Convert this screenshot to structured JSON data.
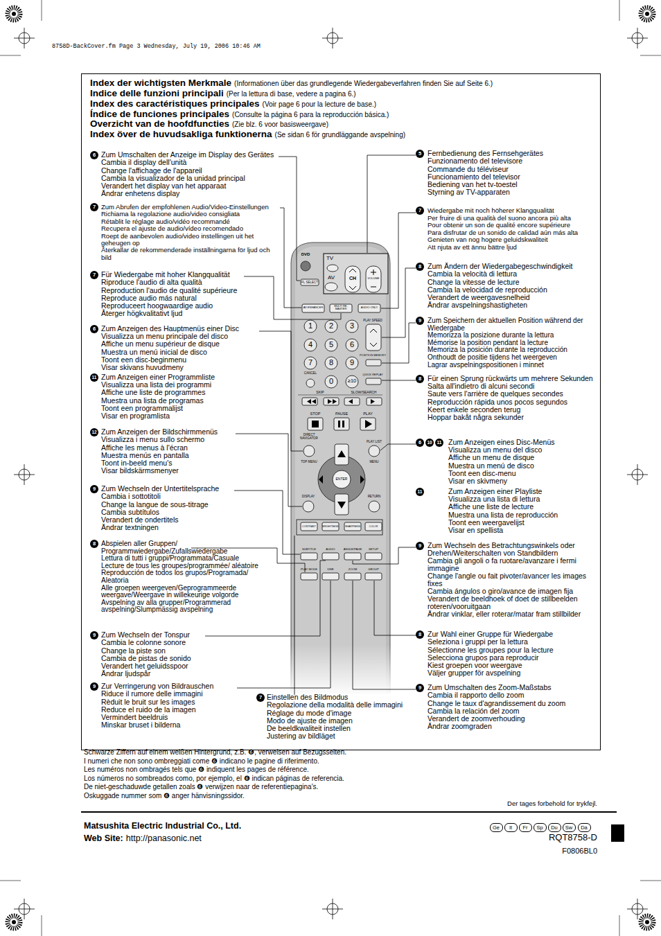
{
  "diagram": {
    "title": "Index der wichtigsten Merkmale",
    "labels": [
      "8758D-BackCover.fm Page 3 Wednesday, July 19, 2006 10:46 AM",
      "(Informationen über das grundlegende Wiedergabeverfahren finden Sie auf Seite 6.)",
      "Indice delle funzioni principali",
      "(Per la lettura di base, vedere a pagina 6.)",
      "Index des caractéristiques principales",
      "(Voir page 6 pour la lecture de base.)",
      "Índice de funciones principales",
      "(Consulte la página 6 para la reproducción básica.)",
      "Overzicht van de hoofdfuncties",
      "(Zie blz. 6 voor basisweergave)",
      "Index över de huvudsakliga funktionerna",
      "(Se sidan 6 för grundläggande avspelning)",
      "6",
      "Zum Umschalten der Anzeige im Display des Gerätes",
      "Cambia il display dell'unità",
      "Change l'affichage de l'appareil",
      "Cambia la visualizador de la unidad principal",
      "Verandert het display van het apparaat",
      "Ändrar enhetens display",
      "7",
      "Zum Abrufen der empfohlenen Audio/Video-Einstellungen",
      "Richiama la regolazione audio/video consigliata",
      "Rétablit le réglage audio/vidéo recommandé",
      "Recupera el ajuste de audio/vídeo recomendado",
      "Roept de aanbevolen audio/video instellingen uit het geheugen op",
      "Återkallar de rekommenderade inställningarna för ljud och bild",
      "7",
      "Für Wiedergabe mit hoher Klangqualität",
      "Riproduce l'audio di alta qualità",
      "Reproduction l'audio de qualité supérieure",
      "Reproduce audio más natural",
      "Reproduceert hoogwaardige audio",
      "Återger högkvalitativt ljud",
      "6",
      "Zum Anzeigen des Hauptmenüs einer Disc",
      "Visualizza un menu principale del disco",
      "Affiche un menu supérieur de disque",
      "Muestra un menú inicial de disco",
      "Toont een disc-beginmenu",
      "Visar skivans huvudmeny",
      "11",
      "Zum Anzeigen einer Programmliste",
      "Visualizza una lista dei programmi",
      "Affiche une liste de programmes",
      "Muestra una lista de programas",
      "Toont een programmalijst",
      "Visar en programlista",
      "12",
      "Zum Anzeigen der Bildschirmmenüs",
      "Visualizza i menu sullo schermo",
      "Affiche les menus à l'écran",
      "Muestra menús en pantalla",
      "Toont in-beeld menu's",
      "Visar bildskärmsmenyer",
      "9",
      "Zum Wechseln der Untertitelsprache",
      "Cambia i sottotitoli",
      "Change la langue de sous-titrage",
      "Cambia subtítulos",
      "Verandert de ondertitels",
      "Ändrar textningen",
      "8",
      "Abspielen aller Gruppen/ Programmwiedergabe/Zufallswiedergabe",
      "Lettura di tutti i gruppi/Programmata/Casuale",
      "Lecture de tous les groupes/programmée/ aléatoire",
      "Reproducción de todos los grupos/Programada/ Aleatoria",
      "Alle groepen weergeven/Geprogrammeerde weergave/Weergave in willekeurige volgorde",
      "Avspelning av alla grupper/Programmerad avspelning/Slumpmässig avspelning",
      "9",
      "Zum Wechseln der Tonspur",
      "Cambia le colonne sonore",
      "Change la piste son",
      "Cambia de pistas de sonido",
      "Verandert het geluidsspoor",
      "Ändrar ljudspår",
      "9",
      "Zur Verringerung von Bildrauschen",
      "Riduce il rumore delle immagini",
      "Rèduit le bruit sur les images",
      "Reduce el ruido de la imagen",
      "Vermindert beeldruis",
      "Minskar bruset i bilderna",
      "5",
      "Fernbedienung des Fernsehgerätes",
      "Funzionamento del televisore",
      "Commande du téléviseur",
      "Funcionamiento del televisor",
      "Bediening van het tv-toestel",
      "Styrning av TV-apparaten",
      "7",
      "Wiedergabe mit noch höherer Klangqualität",
      "Per fruire di una qualità del suono ancora più alta",
      "Pour obtenir un son de qualité encore supérieure",
      "Para disfrutar de un sonido de calidad aún más alta",
      "Genieten van nog hogere geluidskwaliteit",
      "Att njuta av ett ännu bättre ljud",
      "8",
      "Zum Ändern der Wiedergabegeschwindigkeit",
      "Cambia la velocità di lettura",
      "Change la vitesse de lecture",
      "Cambia la velocidad de reproducción",
      "Verandert de weergavesnelheid",
      "Ändrar avspelningshastigheten",
      "9",
      "Zum Speichern der aktuellen Position während der Wiedergabe",
      "Memorizza la posizione durante la lettura",
      "Mémorise la position pendant la lecture",
      "Memoriza la posición durante la reproducción",
      "Onthoudt de positie tijdens het weergeven",
      "Lagrar avspelningspositionen i minnet",
      "8",
      "Für einen Sprung rückwärts um mehrere Sekunden",
      "Salta all'indietro di alcuni secondi",
      "Saute vers l'arrière de quelques secondes",
      "Reproducción rápida unos pocos segundos",
      "Keert enkele seconden terug",
      "Hoppar bakåt några sekunder",
      "6",
      "10",
      "11",
      "Zum Anzeigen eines Disc-Menüs",
      "Visualizza un menu del disco",
      "Affiche un menu de disque",
      "Muestra un menú de disco",
      "Toont een disc-menu",
      "Visar en skivmeny",
      "11",
      "Zum Anzeigen einer Playliste",
      "Visualizza una lista di lettura",
      "Affiche une liste de lecture",
      "Muestra una lista de reproducción",
      "Toont een weergavelijst",
      "Visar en spellista",
      "9",
      "Zum Wechseln des Betrachtungswinkels oder Drehen/Weiterschalten von Standbildern",
      "Cambia gli angoli o fa ruotare/avanzare i fermi immagine",
      "Change l'angle ou fait pivoter/avancer les images fixes",
      "Cambia ángulos o giro/avance de imagen fija",
      "Verandert de beeldhoek of doet de stillbeelden roteren/vooruitgaan",
      "Ändrar vinklar, eller roterar/matar fram stillbilder",
      "8",
      "Zur Wahl einer Gruppe für Wiedergabe",
      "Seleziona i gruppi per la lettura",
      "Sélectionne les groupes pour la lecture",
      "Selecciona grupos para reproducir",
      "Kiest groepen voor weergave",
      "Väljer grupper för avspelning",
      "9",
      "Zum Umschalten des Zoom-Maßstabs",
      "Cambia il rapporto dello zoom",
      "Change le taux d'agrandissement du zoom",
      "Cambia la relación del zoom",
      "Verandert de zoomverhouding",
      "Ändrar zoomgraden",
      "7",
      "Einstellen des Bildmodus",
      "Regolazione della modalità delle immagini",
      "Réglage du mode d'image",
      "Modo de ajuste de imagen",
      "De beeldkwaliteit instellen",
      "Justering av bildläget",
      "Schwarze Ziffern auf einem weißen Hintergrund, z.B. ❻, verweisen auf Bezugsseiten.",
      "I numeri che non sono ombreggiati come ❻ indicano le pagine di riferimento.",
      "Les numéros non ombragés tels que ❻ indiquent les pages de référence.",
      "Los números no sombreados como, por ejemplo, el ❻ indican páginas de referencia.",
      "De niet-geschaduwde getallen zoals ❻ verwijzen naar de referentiepagina's.",
      "Oskuggade nummer som ❻ anger hänvisningssidor.",
      "Der tages forbehold for trykfejl.",
      "Matsushita Electric Industrial Co., Ltd.",
      "Web Site:",
      "http://panasonic.net",
      "Ge",
      "It",
      "Fr",
      "Sp",
      "Du",
      "Sw",
      "Da",
      "RQT8758-D",
      "F0806BL0",
      "DVD",
      "TV",
      "AV",
      "CH",
      "VOLUME",
      "FL SELECT",
      "AV ENHANCER",
      "MULTI RE-MASTER",
      "AUDIO ONLY",
      "PLAY SPEED",
      "1",
      "2",
      "3",
      "4",
      "5",
      "6",
      "7",
      "8",
      "9",
      "0",
      "≥10",
      "CANCEL",
      "POSITION MEMORY",
      "QUICK REPLAY",
      "SKIP",
      "SLOW/SEARCH",
      "STOP",
      "PAUSE",
      "PLAY",
      "DIRECT NAVIGATOR",
      "PLAY LIST",
      "TOP MENU",
      "MENU",
      "ENTER",
      "DISPLAY",
      "RETURN",
      "CONTRAST",
      "BRIGHTNESS",
      "SHARPNESS",
      "COLOR",
      "SUBTITLE",
      "AUDIO",
      "ANGLE/PAGE",
      "SETUP",
      "PLAY MODE",
      "DNR",
      "ZOOM",
      "GROUP"
    ]
  }
}
